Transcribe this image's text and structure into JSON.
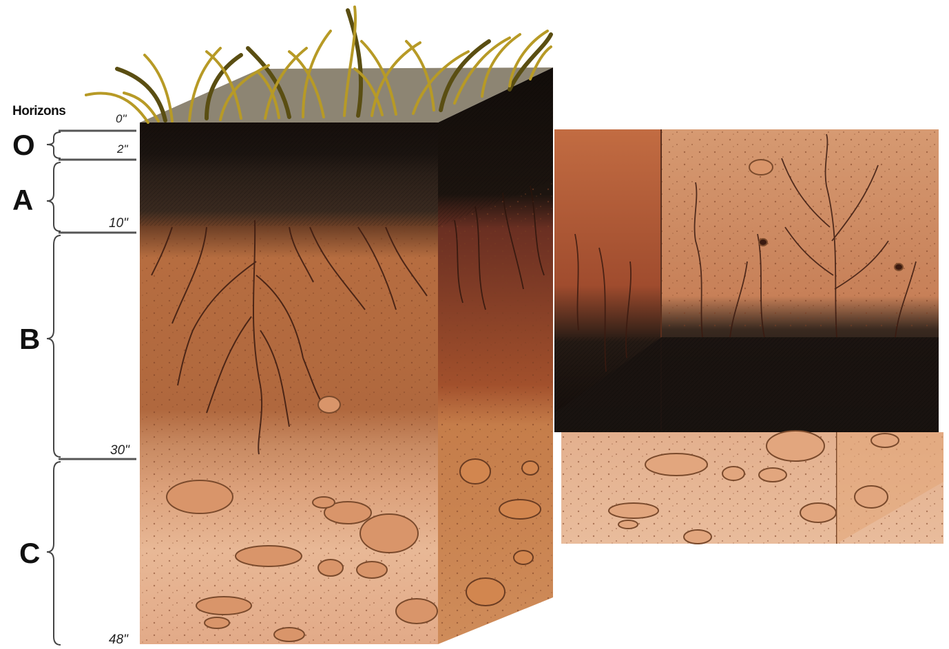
{
  "header": {
    "horizons_label": "Horizons"
  },
  "horizons": [
    {
      "letter": "O"
    },
    {
      "letter": "A"
    },
    {
      "letter": "B"
    },
    {
      "letter": "C"
    }
  ],
  "depths": [
    "0\"",
    "2\"",
    "10\"",
    "30\"",
    "48\""
  ],
  "colors": {
    "grass": "#b79a26",
    "o_horizon": "#1b1410",
    "a_horizon": "#2e221a",
    "b_horizon": "#b0683e",
    "c_horizon": "#e0aa84",
    "root": "#3a1a10",
    "pebble": "#d9956a"
  }
}
